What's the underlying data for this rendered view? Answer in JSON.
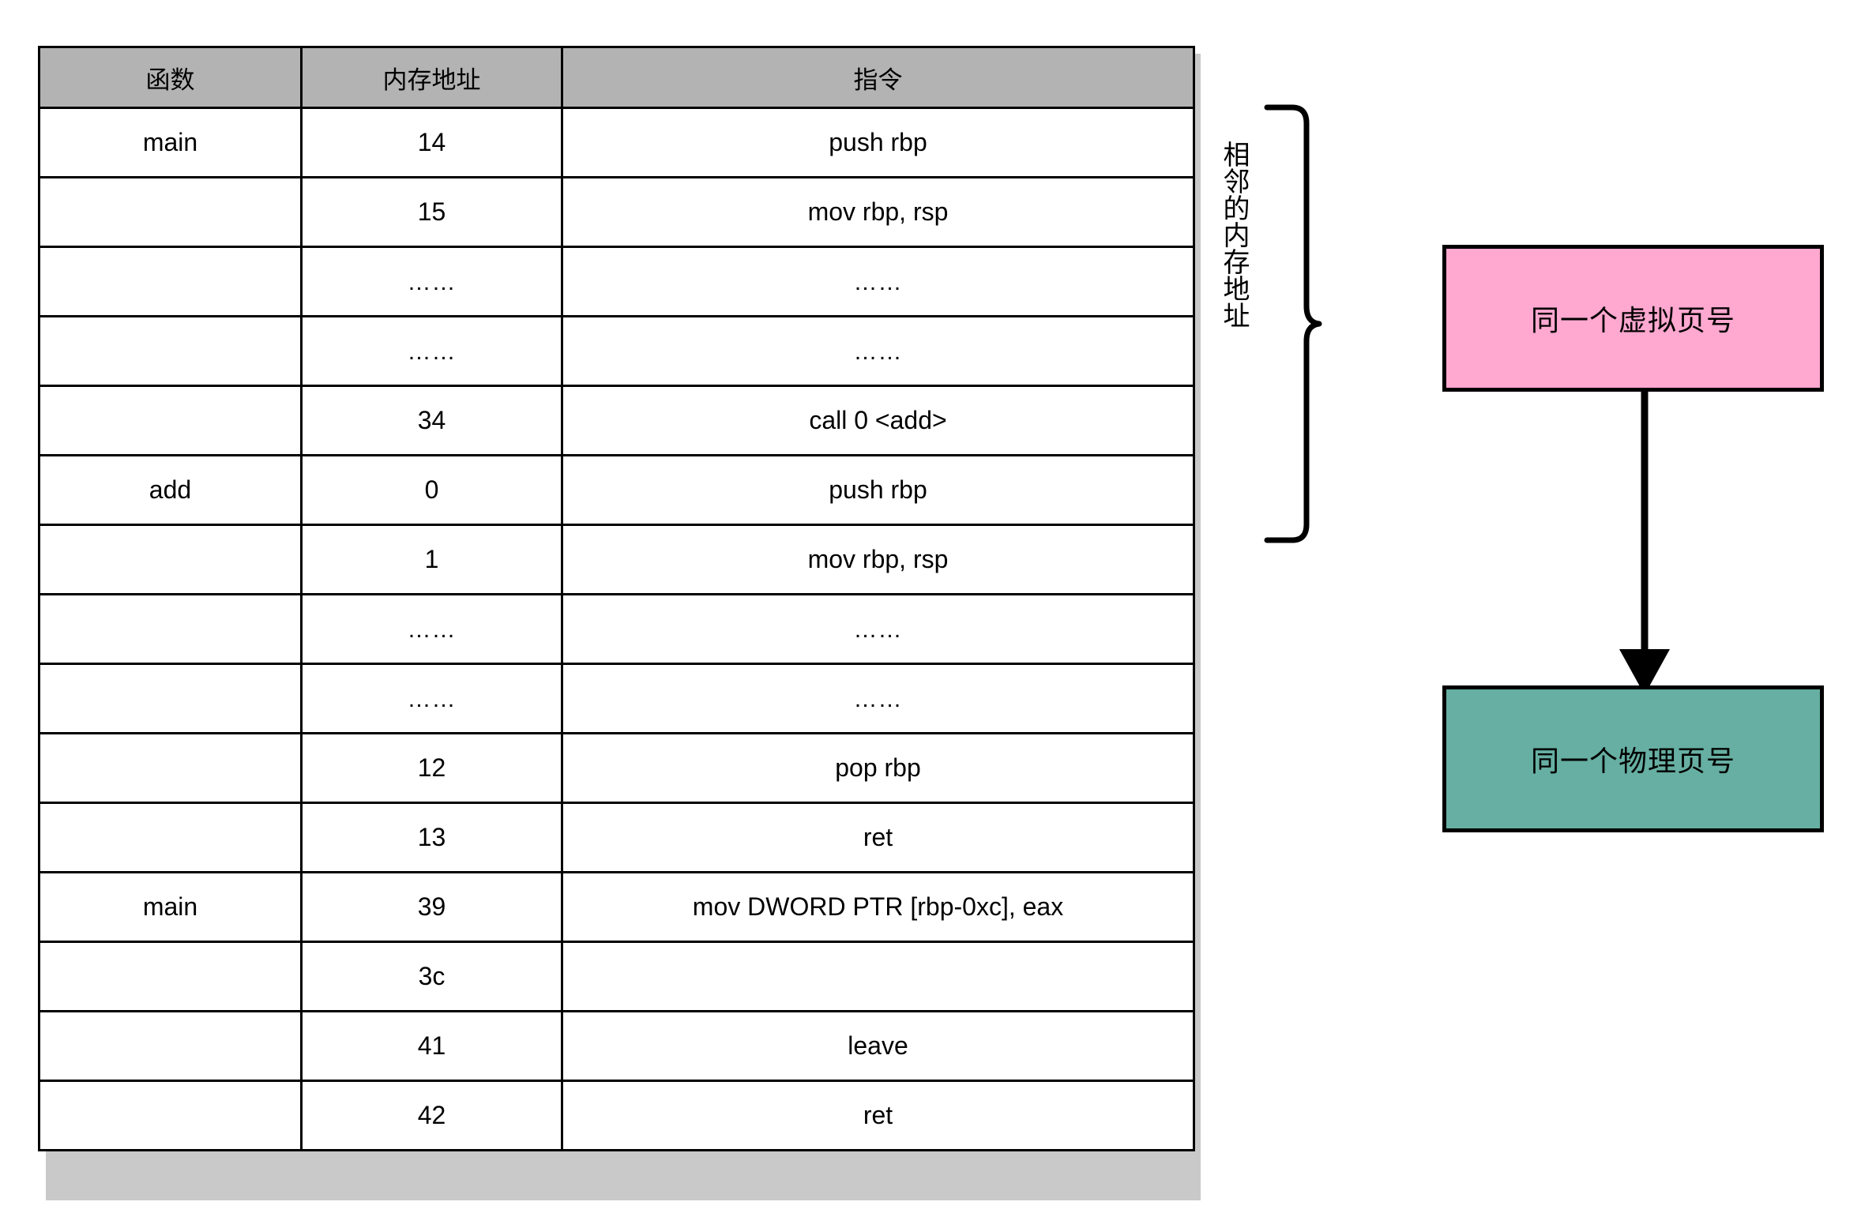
{
  "table": {
    "headers": [
      "函数",
      "内存地址",
      "指令"
    ],
    "rows": [
      {
        "func": "main",
        "addr": "14",
        "ins": "push rbp"
      },
      {
        "func": "",
        "addr": "15",
        "ins": "mov  rbp,  rsp"
      },
      {
        "func": "",
        "addr": "……",
        "ins": "……"
      },
      {
        "func": "",
        "addr": "……",
        "ins": "……"
      },
      {
        "func": "",
        "addr": "34",
        "ins": "call 0 <add>"
      },
      {
        "func": "add",
        "addr": "0",
        "ins": "push rbp"
      },
      {
        "func": "",
        "addr": "1",
        "ins": "mov  rbp,  rsp"
      },
      {
        "func": "",
        "addr": "……",
        "ins": "……"
      },
      {
        "func": "",
        "addr": "……",
        "ins": "……"
      },
      {
        "func": "",
        "addr": "12",
        "ins": "pop rbp"
      },
      {
        "func": "",
        "addr": "13",
        "ins": "ret"
      },
      {
        "func": "main",
        "addr": "39",
        "ins": "mov DWORD PTR [rbp-0xc],  eax"
      },
      {
        "func": "",
        "addr": "3c",
        "ins": ""
      },
      {
        "func": "",
        "addr": "41",
        "ins": "leave"
      },
      {
        "func": "",
        "addr": "42",
        "ins": "ret"
      }
    ]
  },
  "annotation": {
    "brace_label": "相邻的内存地址"
  },
  "flow": {
    "virtual_label": "同一个虚拟页号",
    "physical_label": "同一个物理页号",
    "virtual_color": "#ffa8d0",
    "physical_color": "#66afa2",
    "header_color": "#b3b3b3"
  }
}
